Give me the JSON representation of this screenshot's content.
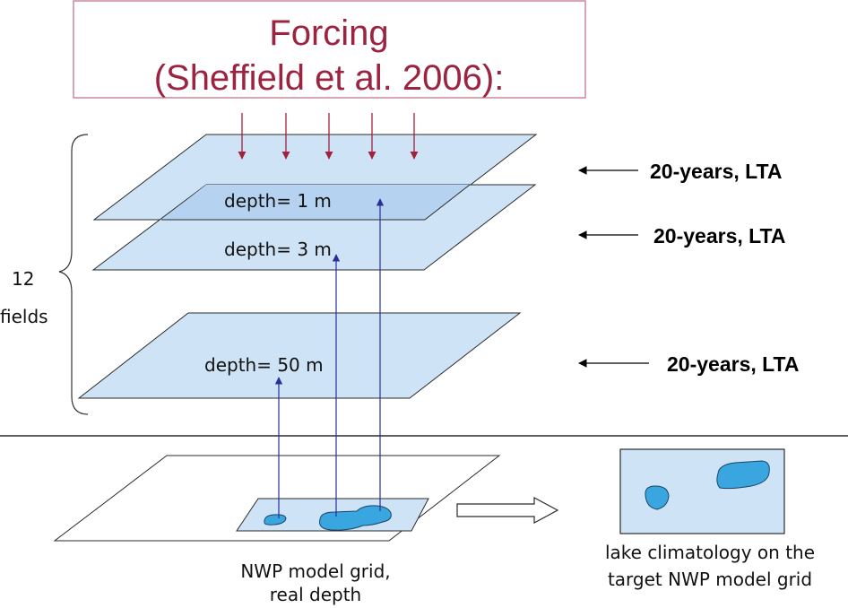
{
  "forcing_box": {
    "line1": "Forcing",
    "line2": "(Sheffield et al. 2006):"
  },
  "layers": [
    {
      "depth_label": "depth= 1 m",
      "annotation": "20-years, LTA"
    },
    {
      "depth_label": "depth= 3 m",
      "annotation": "20-years, LTA"
    },
    {
      "depth_label": "depth= 50 m",
      "annotation": "20-years, LTA"
    }
  ],
  "fields_label": {
    "count": "12",
    "word": "fields"
  },
  "grid_caption": {
    "line1": "NWP model grid,",
    "line2": "real depth"
  },
  "target_caption": {
    "line1": "lake climatology on the",
    "line2": "target NWP model grid"
  },
  "colors": {
    "title": "#9c2440",
    "layer_fill": "#cfe3f6",
    "layer_overlap": "#b5d3f1",
    "lake": "#3aa6e0",
    "forcing_arrow": "#a3213a",
    "depth_arrow": "#2a2f9a"
  }
}
